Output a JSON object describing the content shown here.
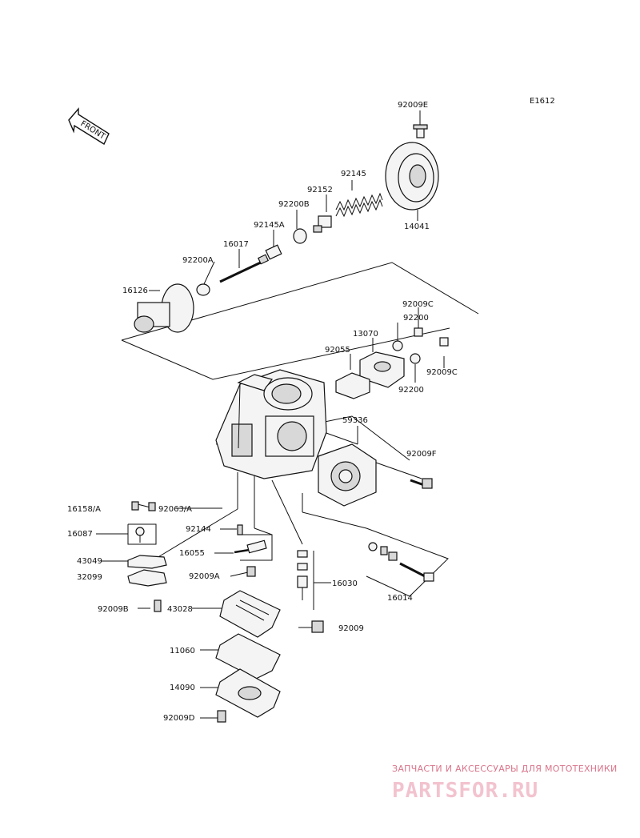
{
  "diagram_code": "E1612",
  "front_label": "FRONT",
  "labels": {
    "l_92009E": "92009E",
    "l_92145": "92145",
    "l_92152": "92152",
    "l_92200B": "92200B",
    "l_92145A": "92145A",
    "l_16017": "16017",
    "l_92200A": "92200A",
    "l_16126": "16126",
    "l_14041": "14041",
    "l_92009C_a": "92009C",
    "l_92200_a": "92200",
    "l_13070": "13070",
    "l_92055": "92055",
    "l_92009C_b": "92009C",
    "l_92200_b": "92200",
    "l_59336": "59336",
    "l_92009F": "92009F",
    "l_16158A": "16158/A",
    "l_92063A": "92063/A",
    "l_16087": "16087",
    "l_92144": "92144",
    "l_16055": "16055",
    "l_43049": "43049",
    "l_32099": "32099",
    "l_92009A": "92009A",
    "l_16030": "16030",
    "l_16014": "16014",
    "l_92009B": "92009B",
    "l_43028": "43028",
    "l_92009": "92009",
    "l_11060": "11060",
    "l_14090": "14090",
    "l_92009D": "92009D"
  },
  "watermark": {
    "tagline": "ЗАПЧАСТИ И АКСЕССУАРЫ ДЛЯ МОТОТЕХНИКИ",
    "brand": "PARTSFOR.RU"
  }
}
